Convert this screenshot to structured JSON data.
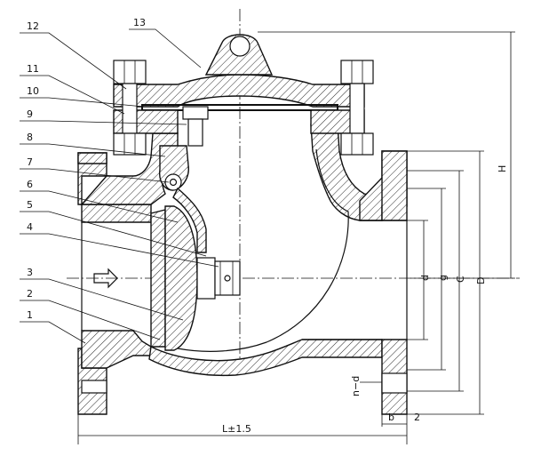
{
  "part_callouts": [
    {
      "id": "12",
      "label": "12"
    },
    {
      "id": "11",
      "label": "11"
    },
    {
      "id": "10",
      "label": "10"
    },
    {
      "id": "9",
      "label": "9"
    },
    {
      "id": "8",
      "label": "8"
    },
    {
      "id": "7",
      "label": "7"
    },
    {
      "id": "6",
      "label": "6"
    },
    {
      "id": "5",
      "label": "5"
    },
    {
      "id": "4",
      "label": "4"
    },
    {
      "id": "3",
      "label": "3"
    },
    {
      "id": "2",
      "label": "2"
    },
    {
      "id": "1",
      "label": "1"
    },
    {
      "id": "13",
      "label": "13"
    }
  ],
  "dimensions": {
    "length": "L±1.5",
    "height": "H",
    "d": "d",
    "g": "g",
    "C": "C",
    "D": "D",
    "n_d": "n−d",
    "b": "b",
    "gap": "2"
  },
  "flow_direction": "left-to-right"
}
